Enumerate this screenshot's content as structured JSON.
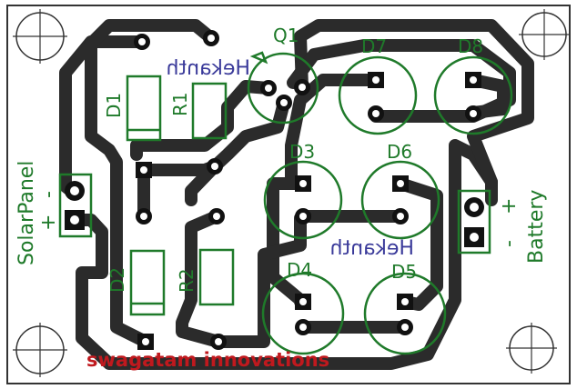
{
  "components": {
    "q1": "Q1",
    "d1": "D1",
    "r1": "R1",
    "d2": "D2",
    "r2": "R2",
    "d3": "D3",
    "d4": "D4",
    "d5": "D5",
    "d6": "D6",
    "d7": "D7",
    "d8": "D8"
  },
  "connectors": {
    "solar_panel": "SolarPanel",
    "solar_minus": "-",
    "solar_plus": "+",
    "battery": "Battery",
    "battery_plus": "+",
    "battery_minus": "-"
  },
  "mirrored_text": {
    "top": "Hekanth",
    "middle": "Hekanth"
  },
  "watermark": "swagatam innovations",
  "colors": {
    "silkscreen": "#1f7a2a",
    "copper": "#2b2b2b",
    "mirrored_text": "#3a3a9a",
    "watermark": "#c0191e"
  }
}
